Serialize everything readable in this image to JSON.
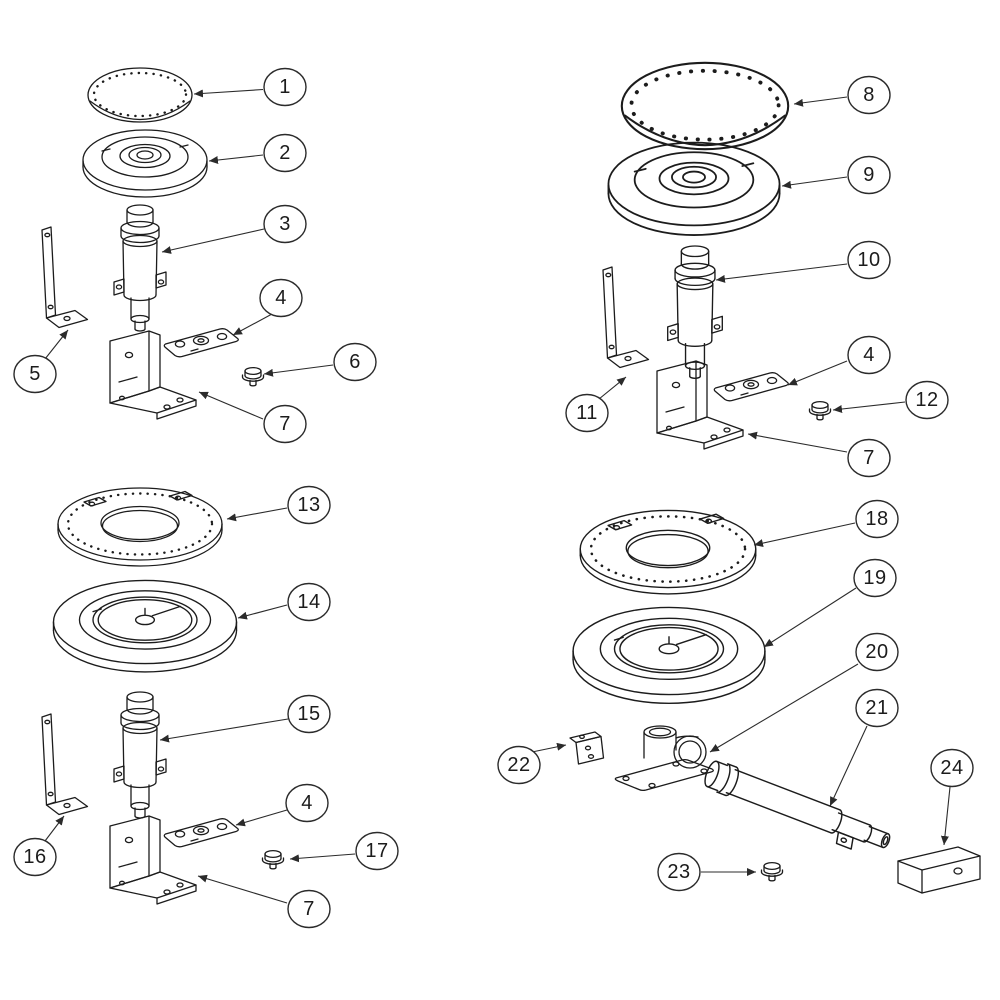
{
  "figure": {
    "type": "exploded-parts-diagram",
    "subject": "gas-burner-assemblies",
    "background": "#ffffff",
    "line_color": "#1c1c1c",
    "callout_count": 24
  },
  "assemblies": [
    {
      "name": "sealed-burner-assembly-top-left"
    },
    {
      "name": "sealed-burner-assembly-top-right"
    },
    {
      "name": "ring-burner-assembly-bottom-left"
    },
    {
      "name": "ring-burner-assembly-bottom-right"
    }
  ],
  "callouts": [
    {
      "label": "1",
      "part": "burner-cap"
    },
    {
      "label": "2",
      "part": "burner-head"
    },
    {
      "label": "3",
      "part": "venturi-tube"
    },
    {
      "label": "4",
      "part": "orifice-plate"
    },
    {
      "label": "5",
      "part": "side-bracket"
    },
    {
      "label": "6",
      "part": "hex-bolt"
    },
    {
      "label": "7",
      "part": "mounting-bracket"
    },
    {
      "label": "8",
      "part": "burner-cap"
    },
    {
      "label": "9",
      "part": "burner-head"
    },
    {
      "label": "10",
      "part": "venturi-tube"
    },
    {
      "label": "4",
      "part": "orifice-plate"
    },
    {
      "label": "11",
      "part": "side-bracket"
    },
    {
      "label": "12",
      "part": "hex-bolt"
    },
    {
      "label": "7",
      "part": "mounting-bracket"
    },
    {
      "label": "13",
      "part": "ring-burner-cap"
    },
    {
      "label": "14",
      "part": "ring-burner-head"
    },
    {
      "label": "15",
      "part": "venturi-tube"
    },
    {
      "label": "4",
      "part": "orifice-plate"
    },
    {
      "label": "16",
      "part": "side-bracket"
    },
    {
      "label": "17",
      "part": "hex-bolt"
    },
    {
      "label": "7",
      "part": "mounting-bracket"
    },
    {
      "label": "18",
      "part": "ring-burner-cap"
    },
    {
      "label": "19",
      "part": "ring-burner-head"
    },
    {
      "label": "20",
      "part": "elbow-fitting"
    },
    {
      "label": "21",
      "part": "burner-tube"
    },
    {
      "label": "22",
      "part": "clip-bracket"
    },
    {
      "label": "23",
      "part": "hex-bolt"
    },
    {
      "label": "24",
      "part": "end-bracket"
    }
  ]
}
